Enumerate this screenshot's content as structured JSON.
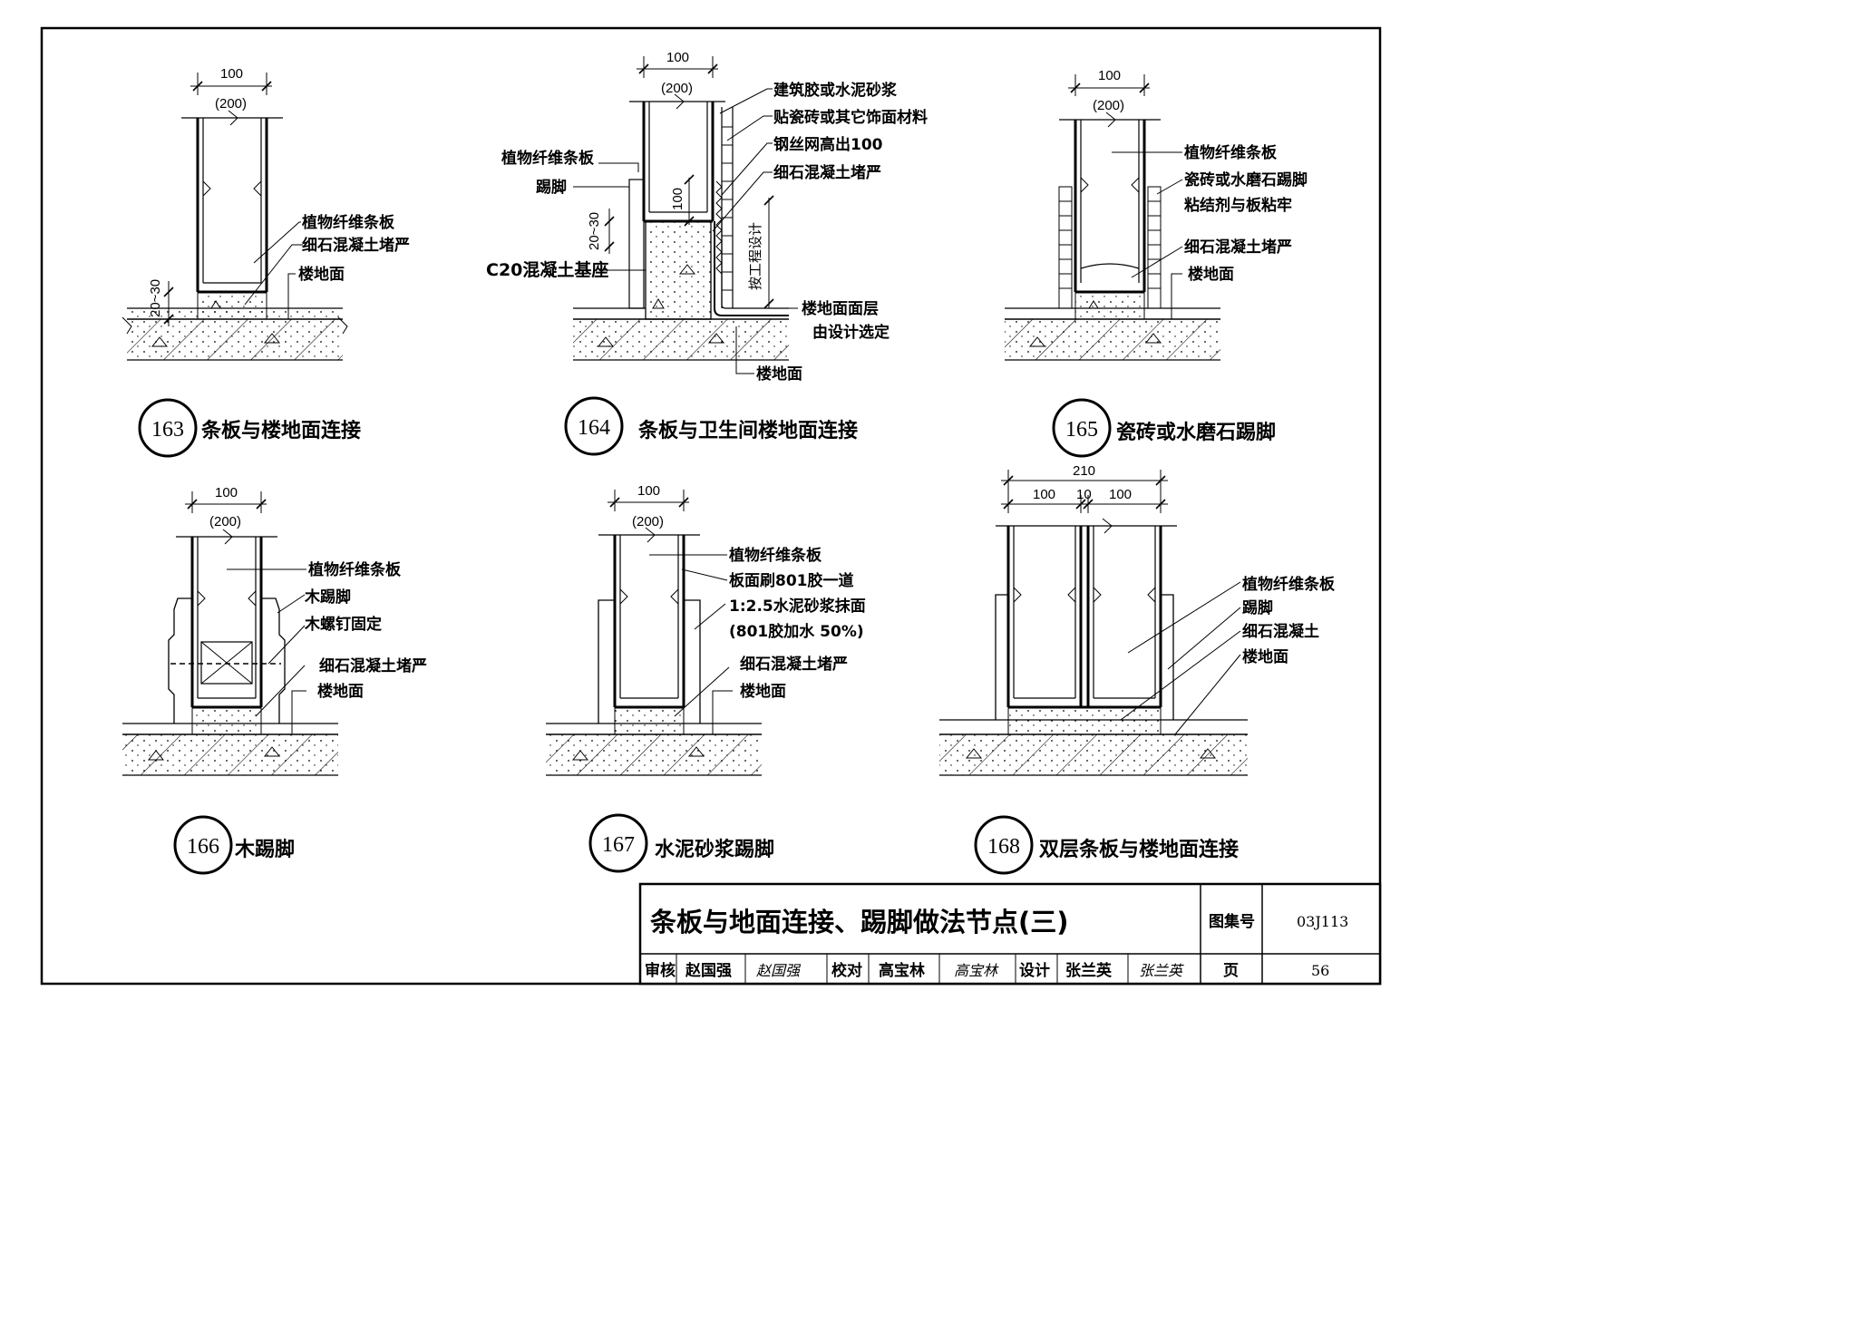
{
  "details": [
    {
      "id": "d163",
      "number": "163",
      "caption": "条板与楼地面连接",
      "dims": {
        "width": "100",
        "width_alt": "(200)",
        "gap": "20~30"
      },
      "labels": [
        "植物纤维条板",
        "细石混凝土堵严",
        "楼地面"
      ]
    },
    {
      "id": "d164",
      "number": "164",
      "caption": "条板与卫生间楼地面连接",
      "dims": {
        "width": "100",
        "width_alt": "(200)",
        "gap": "20~30",
        "h100": "100",
        "design": "按工程设计"
      },
      "labels_right": [
        "建筑胶或水泥砂浆",
        "贴瓷砖或其它饰面材料",
        "钢丝网高出100",
        "细石混凝土堵严"
      ],
      "labels_left": [
        "植物纤维条板",
        "踢脚",
        "C20混凝土基座"
      ],
      "label_floor_layer": [
        "楼地面面层",
        "由设计选定"
      ],
      "label_floor": "楼地面"
    },
    {
      "id": "d165",
      "number": "165",
      "caption": "瓷砖或水磨石踢脚",
      "dims": {
        "width": "100",
        "width_alt": "(200)"
      },
      "labels": [
        "植物纤维条板",
        "瓷砖或水磨石踢脚",
        "粘结剂与板粘牢",
        "细石混凝土堵严",
        "楼地面"
      ]
    },
    {
      "id": "d166",
      "number": "166",
      "caption": "木踢脚",
      "dims": {
        "width": "100",
        "width_alt": "(200)"
      },
      "labels": [
        "植物纤维条板",
        "木踢脚",
        "木螺钉固定",
        "细石混凝土堵严",
        "楼地面"
      ]
    },
    {
      "id": "d167",
      "number": "167",
      "caption": "水泥砂浆踢脚",
      "dims": {
        "width": "100",
        "width_alt": "(200)"
      },
      "labels": [
        "植物纤维条板",
        "板面刷801胶一道",
        "1:2.5水泥砂浆抹面",
        "(801胶加水 50%)",
        "细石混凝土堵严",
        "楼地面"
      ]
    },
    {
      "id": "d168",
      "number": "168",
      "caption": "双层条板与楼地面连接",
      "dims": {
        "total": "210",
        "left": "100",
        "mid": "10",
        "right": "100"
      },
      "labels": [
        "植物纤维条板",
        "踢脚",
        "细石混凝土",
        "楼地面"
      ]
    }
  ],
  "title_block": {
    "title": "条板与地面连接、踢脚做法节点(三)",
    "atlas_label": "图集号",
    "atlas_no": "03J113",
    "review_label": "审核",
    "reviewer": "赵国强",
    "reviewer_sig": "赵国强",
    "check_label": "校对",
    "checker": "高宝林",
    "checker_sig": "高宝林",
    "design_label": "设计",
    "designer": "张兰英",
    "designer_sig": "张兰英",
    "page_label": "页",
    "page_no": "56"
  }
}
